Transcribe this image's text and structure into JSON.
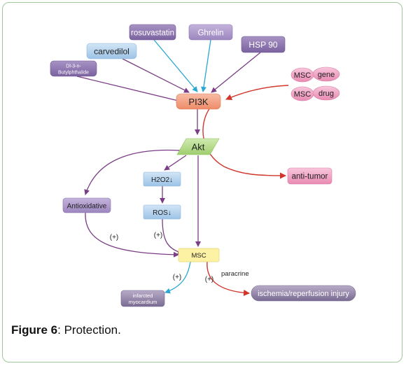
{
  "nodes": {
    "rosuvastatin": "rosuvastatin",
    "ghrelin": "Ghrelin",
    "hsp90": "HSP 90",
    "carvedilol": "carvedilol",
    "dl3n_line1": "Dl-3-n-",
    "dl3n_line2": "Butylphthalide",
    "msc_gene_a": "MSC",
    "msc_gene_b": "gene",
    "msc_drug_a": "MSC",
    "msc_drug_b": "drug",
    "pi3k": "PI3K",
    "akt": "Akt",
    "anti_tumor": "anti-tumor",
    "h2o2": "H2O2↓",
    "ros": "ROS↓",
    "antioxidative": "Antioxidative",
    "msc": "MSC",
    "infarcted_line1": "infarcted",
    "infarcted_line2": "myocardium",
    "ischemia": "ischemia/reperfusion injury"
  },
  "labels": {
    "plus_antiox": "(+)",
    "plus_ros": "(+)",
    "plus_infarct": "(+)",
    "plus_ischemia": "(+)",
    "paracrine": "paracrine"
  },
  "caption": {
    "label": "Figure 6",
    "text": ": Protection."
  },
  "colors": {
    "frame": "#9fc99a",
    "purple_node": "#8b74ad",
    "blue_node": "#bcd6ee",
    "pink_node": "#f1a9c8",
    "pi3k": "#f2a183",
    "akt": "#b9dc8e",
    "msc": "#fdf1a3",
    "arrow_purple": "#7b3d86",
    "arrow_blue": "#2aa7d3",
    "arrow_red": "#d0362c"
  }
}
